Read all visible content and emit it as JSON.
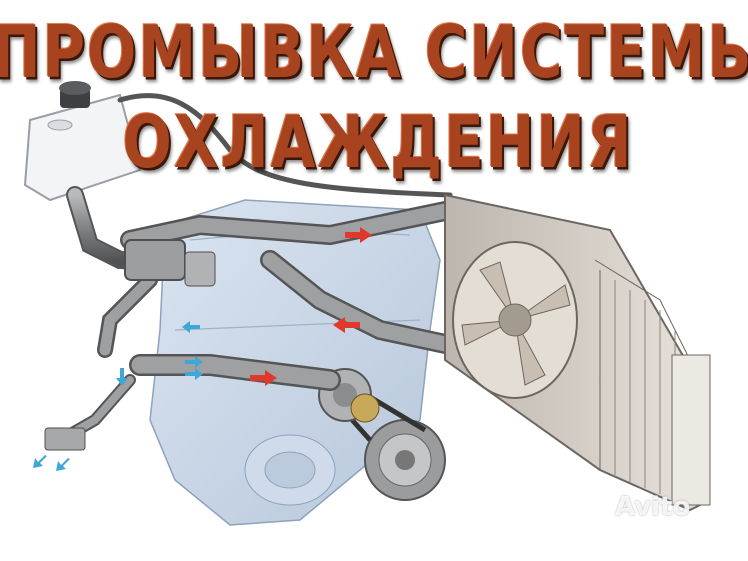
{
  "title": {
    "line1": "ПРОМЫВКА СИСТЕМЫ",
    "line2": "ОХЛАЖДЕНИЯ"
  },
  "watermark": {
    "text": "Avito"
  },
  "colors": {
    "title": "#a8431f",
    "engine": "#c9d6e6",
    "hose": "#8a8c8e",
    "radiator": "#d7d2cc",
    "arrow_hot": "#e2372b",
    "arrow_cold": "#3fa7d6"
  }
}
